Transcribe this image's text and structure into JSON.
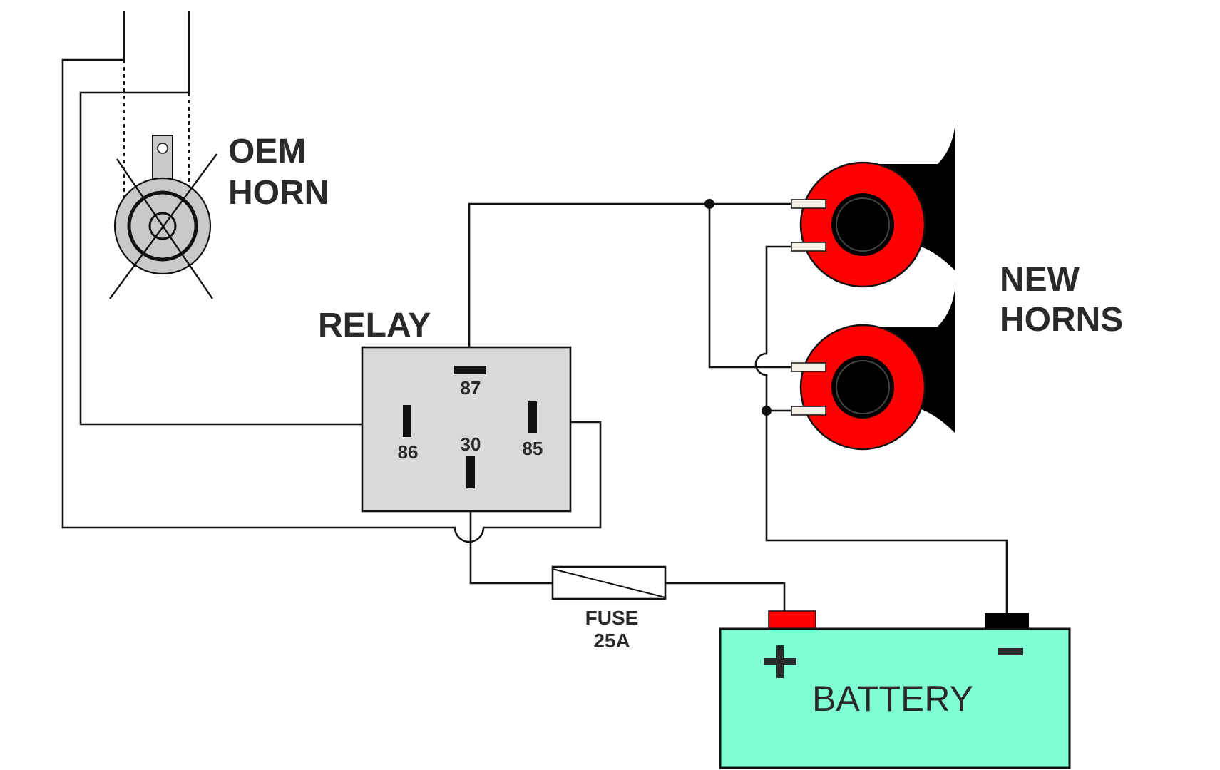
{
  "oem_horn": {
    "label_line1": "OEM",
    "label_line2": "HORN",
    "crossed_out": true,
    "color": "#c9c9c9"
  },
  "relay": {
    "label": "RELAY",
    "body_color": "#d9d9d9",
    "pins": {
      "p87": "87",
      "p86": "86",
      "p30": "30",
      "p85": "85"
    }
  },
  "new_horns": {
    "label_line1": "NEW",
    "label_line2": "HORNS",
    "color": "#ff0000",
    "count": 2
  },
  "fuse": {
    "label_line1": "FUSE",
    "label_line2": "25A"
  },
  "battery": {
    "label": "BATTERY",
    "positive_symbol": "+",
    "negative_symbol": "−",
    "body_color": "#80ffd4",
    "positive_terminal_color": "#ff0000",
    "negative_terminal_color": "#000000"
  }
}
